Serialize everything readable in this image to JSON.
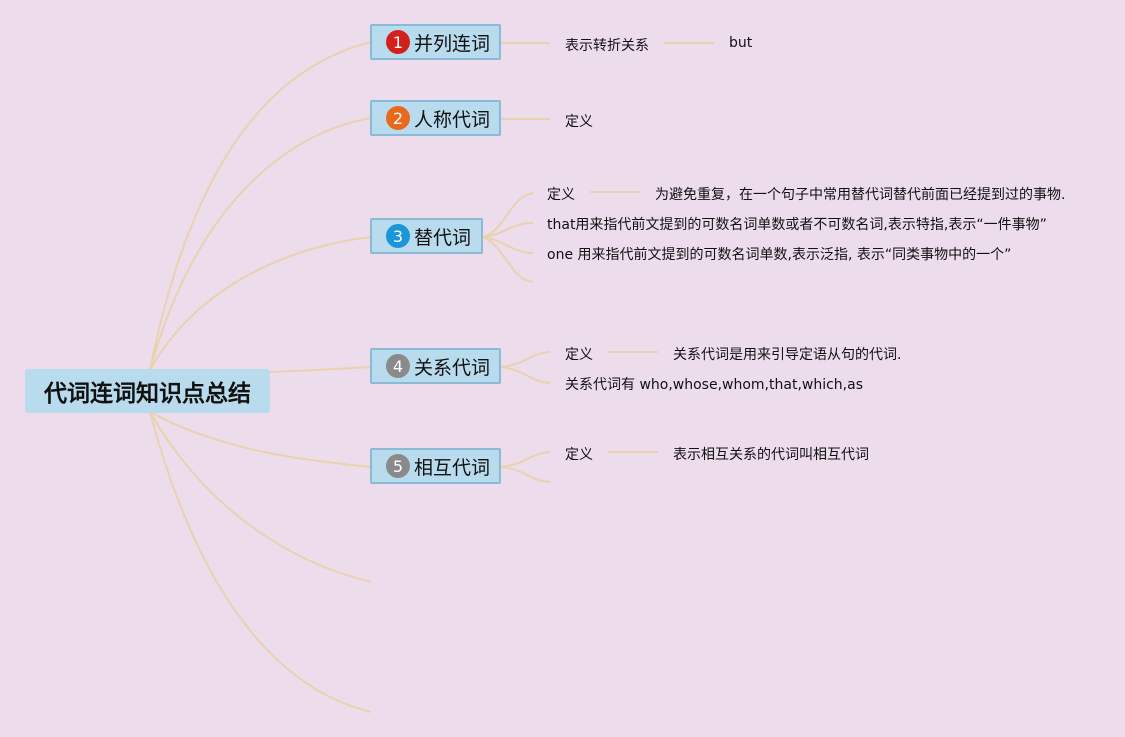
{
  "root": {
    "label": "代词连词知识点总结"
  },
  "topics": [
    {
      "number": "1",
      "label": "并列连词",
      "badge_color": "#d2211b"
    },
    {
      "number": "2",
      "label": "人称代词",
      "badge_color": "#e8681c"
    },
    {
      "number": "3",
      "label": "替代词",
      "badge_color": "#1b96d8"
    },
    {
      "number": "4",
      "label": "关系代词",
      "badge_color": "#8a8a8a"
    },
    {
      "number": "5",
      "label": "相互代词",
      "badge_color": "#8a8a8a"
    }
  ],
  "t1": {
    "sub": "表示转折关系",
    "value": "but"
  },
  "t2": {
    "sub": "定义"
  },
  "t3": {
    "def": "定义",
    "def_text": "为避免重复，在一个句子中常用替代词替代前面已经提到过的事物.",
    "that": "that用来指代前文提到的可数名词单数或者不可数名词,表示特指,表示“一件事物”",
    "one": "one 用来指代前文提到的可数名词单数,表示泛指, 表示“同类事物中的一个”"
  },
  "t4": {
    "def": "定义",
    "def_text": "关系代词是用来引导定语从句的代词.",
    "list": "关系代词有 who,whose,whom,that,which,as"
  },
  "t5": {
    "def": "定义",
    "def_text": "表示相互关系的代词叫相互代词"
  },
  "colors": {
    "background": "#eddcec",
    "node": "#b9dbee",
    "line": "#e9d2b0"
  }
}
